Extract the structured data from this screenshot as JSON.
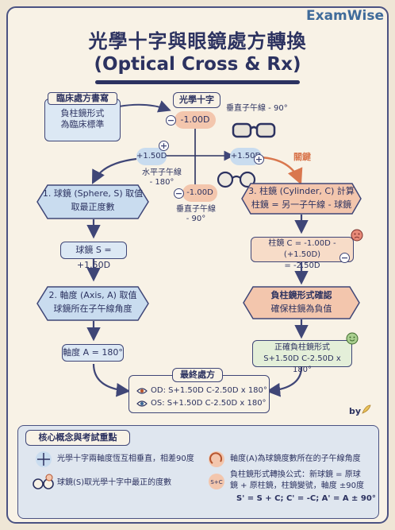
{
  "brand": "ExamWise",
  "title": "光學十字與眼鏡處方轉換",
  "subtitle": "(Optical Cross & Rx)",
  "clinical": {
    "title": "臨床處方書寫",
    "body1": "負柱鏡形式",
    "body2": "為臨床標準"
  },
  "cross": {
    "title": "光學十字",
    "top_power": "-1.00D",
    "top_label": "垂直子午線 - 90°",
    "left_power": "+1.50D",
    "right_power": "+1.50D",
    "bottom_power": "-1.00D",
    "horiz_label1": "水平子午線",
    "horiz_label2": "- 180°",
    "vert_label1": "垂直子午線",
    "vert_label2": "- 90°",
    "key_label": "關鍵"
  },
  "left_flow": {
    "step1_title": "1. 球鏡 (Sphere, S) 取值",
    "step1_sub": "取最正度數",
    "sphere_result": "球鏡 S = +1.50D",
    "step2_title": "2. 軸度 (Axis, A) 取值",
    "step2_sub": "球鏡所在子午線角度",
    "axis_result": "軸度 A = 180°"
  },
  "right_flow": {
    "step3_title": "3. 柱鏡 (Cylinder, C) 計算",
    "step3_sub": "柱鏡 = 另一子午線 - 球鏡",
    "cyl_calc1": "柱鏡 C = -1.00D - (+1.50D)",
    "cyl_calc2": "= -2.50D",
    "confirm_title": "負柱鏡形式確認",
    "confirm_sub": "確保柱鏡為負值",
    "correct_title": "正確負柱鏡形式",
    "correct_value": "S+1.50D C-2.50D x 180°"
  },
  "final": {
    "title": "最終處方",
    "od": "OD: S+1.50D C-2.50D x 180°",
    "os": "OS: S+1.50D C-2.50D x 180°"
  },
  "by": "by",
  "core": {
    "title": "核心概念與考試重點",
    "item1": "光學十字兩軸度恆互相垂直，相差90度",
    "item2": "軸度(A)為球鏡度數所在的子午線角度",
    "item3": "球鏡(S)取光學十字中最正的度數",
    "item4_l1": "負柱鏡形式轉換公式：新球鏡 = 原球",
    "item4_l2": "鏡 + 原柱鏡，柱鏡變號，軸度 ±90度",
    "item4_l3": "S' = S + C;  C' = -C;  A' = A ± 90°"
  },
  "colors": {
    "navy": "#2c3260",
    "peach": "#f3c6ad",
    "blue": "#c9dcef",
    "green": "#e4efd9",
    "orange": "#d9774e"
  }
}
